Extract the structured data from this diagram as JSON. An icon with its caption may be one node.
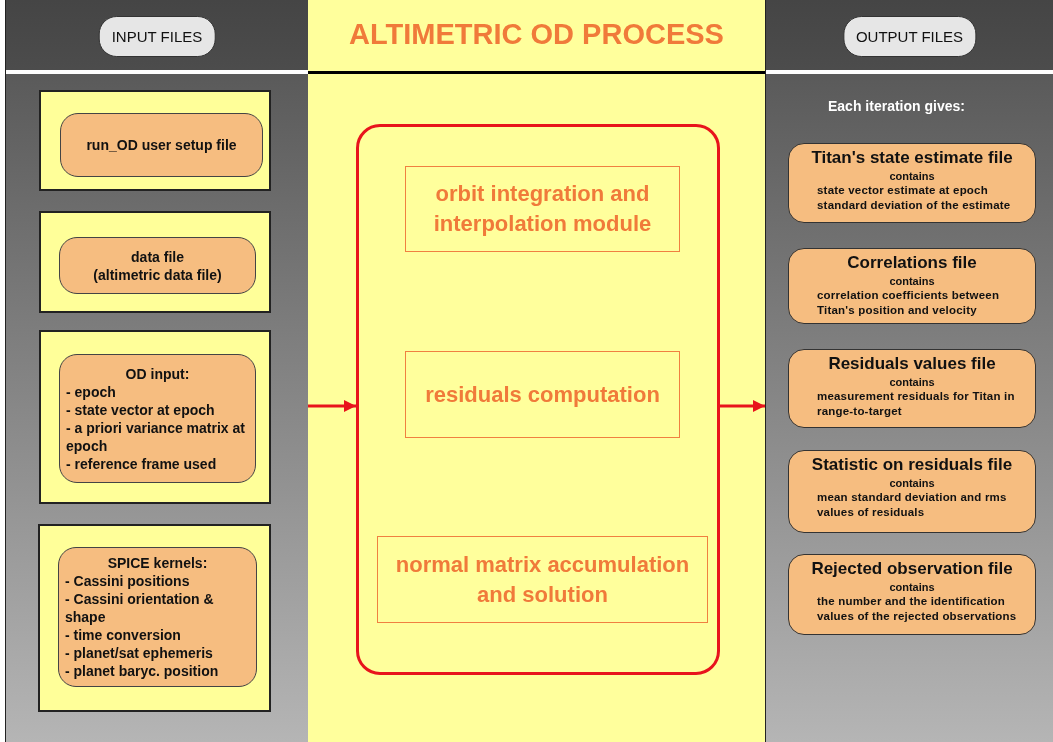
{
  "diagram": {
    "title": "ALTIMETRIC OD PROCESS",
    "nodes": [
      {
        "text": [
          "INPUT FILES"
        ]
      },
      {
        "text": [],
        "shape": "box",
        "in": 0
      },
      {
        "text": [
          "run_OD user setup file"
        ],
        "in": 1
      },
      {
        "text": [],
        "shape": "box",
        "in": 0
      },
      {
        "text": [
          "data file",
          "(altimetric data file)"
        ],
        "in": 3
      },
      {
        "text": [],
        "shape": "box",
        "in": 0
      },
      {
        "text": [
          "OD input:",
          "- epoch",
          "- state vector at epoch",
          "- a priori variance matrix at epoch",
          "- reference frame used"
        ],
        "in": 5
      },
      {
        "text": [],
        "shape": "box",
        "in": 0
      },
      {
        "text": [
          "SPICE kernels:",
          "- Cassini positions",
          "- Cassini orientation & shape",
          "- time conversion",
          "- planet/sat ephemeris",
          "- planet baryc. position"
        ],
        "in": 7
      },
      {
        "text": [],
        "shape": "box"
      },
      {
        "text": [],
        "shape": "box",
        "in": 9
      },
      {
        "text": [
          "orbit integration and interpolation module"
        ],
        "in": 10
      },
      {
        "text": [
          "residuals computation"
        ],
        "in": 10
      },
      {
        "text": [
          "normal matrix accumulation and solution"
        ],
        "in": 10
      },
      {
        "text": [
          "OUTPUT FILES",
          "Each iteration gives:"
        ]
      },
      {
        "text": [
          "Titan's state estimate file",
          "contains",
          "state vector estimate at epoch",
          "standard deviation of the estimate"
        ],
        "in": 14
      },
      {
        "text": [
          "Correlations file",
          "contains",
          "correlation coefficients between Titan's position and velocity"
        ],
        "in": 14
      },
      {
        "text": [
          "Residuals values file",
          "contains",
          "measurement residuals for Titan in range-to-target"
        ],
        "in": 14
      },
      {
        "text": [
          "Statistic on residuals file",
          "contains",
          "mean standard deviation and rms values of residuals"
        ],
        "in": 14
      },
      {
        "text": [
          "Rejected observation file",
          "contains",
          "the number and the identification values of the rejected observations"
        ],
        "in": 14
      }
    ],
    "edges": [
      {
        "from": 0,
        "to": 10,
        "arrow": "to"
      },
      {
        "from": 10,
        "to": 14,
        "arrow": "to"
      }
    ]
  }
}
